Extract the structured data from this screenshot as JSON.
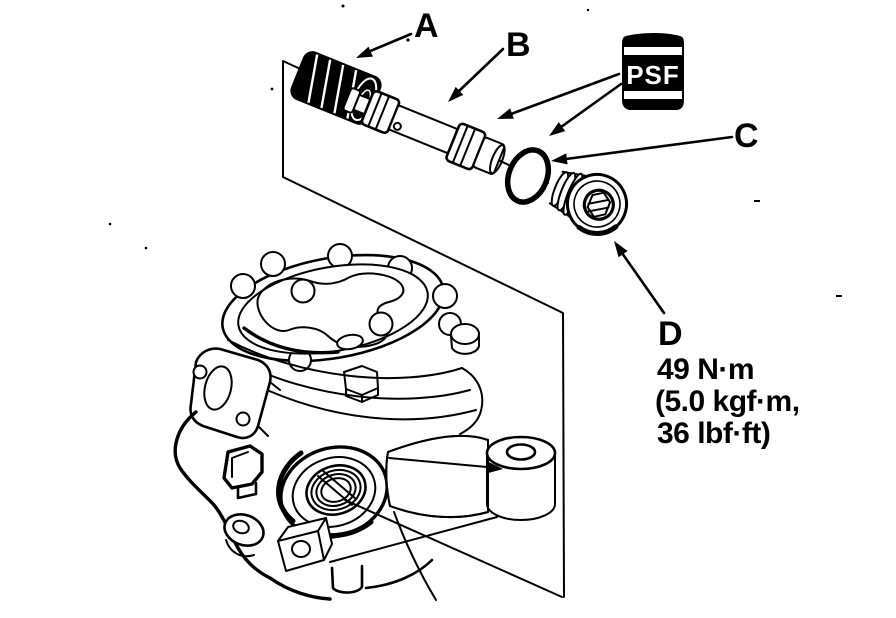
{
  "figure": {
    "part_labels": {
      "a": "A",
      "b": "B",
      "c": "C",
      "d": "D"
    },
    "fluid_bottle_label": "PSF",
    "torque_spec": [
      "49 N·m",
      "(5.0 kgf·m,",
      "36 lbf·ft)"
    ],
    "colors": {
      "ink": "#000000",
      "paper": "#ffffff"
    }
  }
}
